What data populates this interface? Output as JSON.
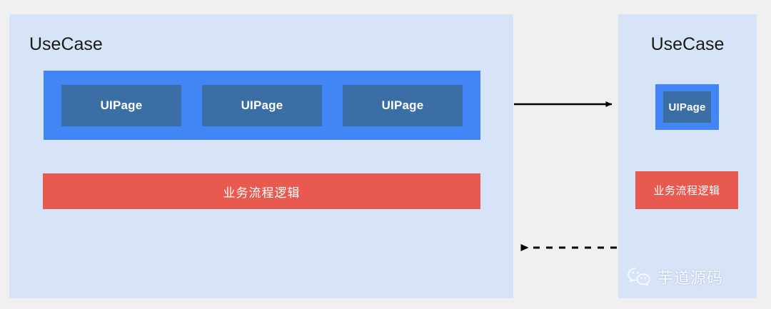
{
  "diagram": {
    "background_color": "#f0f0f0",
    "panel_color": "#d7e3f7",
    "ui_layer_color": "#4285f4",
    "uipage_color": "#3a6ea5",
    "logic_color": "#e8594f",
    "arrow_color": "#000000"
  },
  "left_panel": {
    "title": "UseCase",
    "ui_pages": [
      {
        "label": "UIPage"
      },
      {
        "label": "UIPage"
      },
      {
        "label": "UIPage"
      }
    ],
    "logic_label": "业务流程逻辑"
  },
  "right_panel": {
    "title": "UseCase",
    "ui_pages": [
      {
        "label": "UIPage"
      }
    ],
    "logic_label": "业务流程逻辑"
  },
  "connectors": [
    {
      "name": "solid-arrow-right",
      "style": "solid",
      "direction": "right"
    },
    {
      "name": "dashed-arrow-left",
      "style": "dashed",
      "direction": "left"
    }
  ],
  "watermark": {
    "text": "芋道源码",
    "icon": "wechat-icon"
  }
}
